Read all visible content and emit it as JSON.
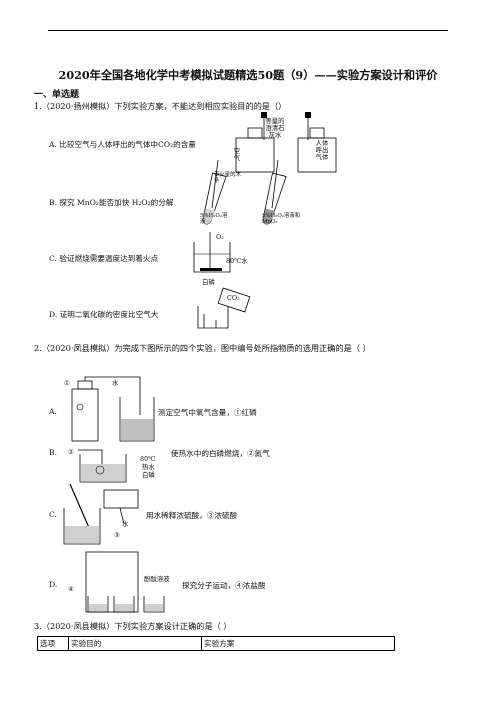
{
  "header": {
    "title": "2020年全国各地化学中考模拟试题精选50题（9）——实验方案设计和评价"
  },
  "section": "一、单选题",
  "q1": {
    "stem": "1.（2020·扬州模拟）下列实验方案，不能达到相应实验目的的是（）",
    "options": [
      {
        "label": "A. 比较空气与人体呼出的气体中CO₂的含量"
      },
      {
        "label": "B. 探究 MnO₂能否加快 H₂O₂的分解"
      },
      {
        "label": "C. 验证燃烧需要温度达到着火点"
      },
      {
        "label": "D. 证明二氧化碳的密度比空气大"
      }
    ],
    "figA": {
      "dropper": "等量的澄清石灰水",
      "left_bottle": "空气",
      "right_bottle": "人体呼出气体"
    },
    "figB": {
      "splint": "带火星的木条",
      "tube1": "5%H₂O₂溶液",
      "tube2": "5%H₂O₂溶液和MnO₂"
    },
    "figC": {
      "gas": "O₂",
      "water": "80℃水",
      "phosphorus": "白磷"
    },
    "figD": {
      "gas": "CO₂"
    }
  },
  "q2": {
    "stem": "2.（2020·凤县模拟）为完成下图所示的四个实验，图中编号处所指物质的选用正确的是（ ）",
    "options": [
      {
        "label": "A.",
        "desc": "测定空气中氧气含量，①红磷"
      },
      {
        "label": "B.",
        "desc": "使热水中的白磷燃烧，②氮气"
      },
      {
        "label": "C.",
        "desc": "用水稀释浓硫酸，③浓硫酸"
      },
      {
        "label": "D.",
        "desc": "探究分子运动，④浓盐酸"
      }
    ],
    "markers": {
      "m1": "①",
      "m2": "②",
      "m3": "③",
      "m4": "④"
    },
    "figA": {
      "water": "水"
    },
    "figB": {
      "temp": "80℃",
      "water": "热水",
      "phosphorus": "白磷"
    },
    "figC": {
      "water": "水"
    },
    "figD": {
      "indicator": "酚酞溶液"
    }
  },
  "q3": {
    "stem": "3.（2020·凤县模拟）下列实验方案设计正确的是（ ）",
    "table_headers": [
      "选项",
      "实验目的",
      "实验方案"
    ]
  }
}
